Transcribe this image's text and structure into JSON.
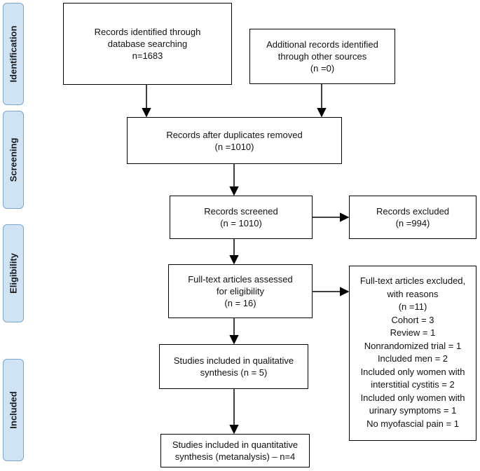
{
  "phases": {
    "identification": "Identification",
    "screening": "Screening",
    "eligibility": "Eligibility",
    "included": "Included"
  },
  "boxes": {
    "database": [
      "Records identified through",
      "database searching",
      "n=1683"
    ],
    "other_sources": [
      "Additional records identified",
      "through other sources",
      "(n =0)"
    ],
    "duplicates_removed": [
      "Records after duplicates removed",
      "(n =1010)"
    ],
    "screened": [
      "Records screened",
      "(n = 1010)"
    ],
    "excluded": [
      "Records excluded",
      "(n =994)"
    ],
    "fulltext_assessed": [
      "Full-text articles assessed",
      "for eligibility",
      "(n = 16)"
    ],
    "fulltext_excluded": [
      "Full-text articles excluded,",
      "with reasons",
      "(n =11)",
      "Cohort = 3",
      "Review = 1",
      "Nonrandomized trial = 1",
      "Included men = 2",
      "Included only women with",
      "interstitial cystitis = 2",
      "Included only women with",
      "urinary symptoms = 1",
      "No myofascial pain = 1"
    ],
    "qualitative": [
      "Studies included in qualitative",
      "synthesis (n = 5)"
    ],
    "quantitative": [
      "Studies included in quantitative",
      "synthesis (metanalysis) – n=4"
    ]
  }
}
